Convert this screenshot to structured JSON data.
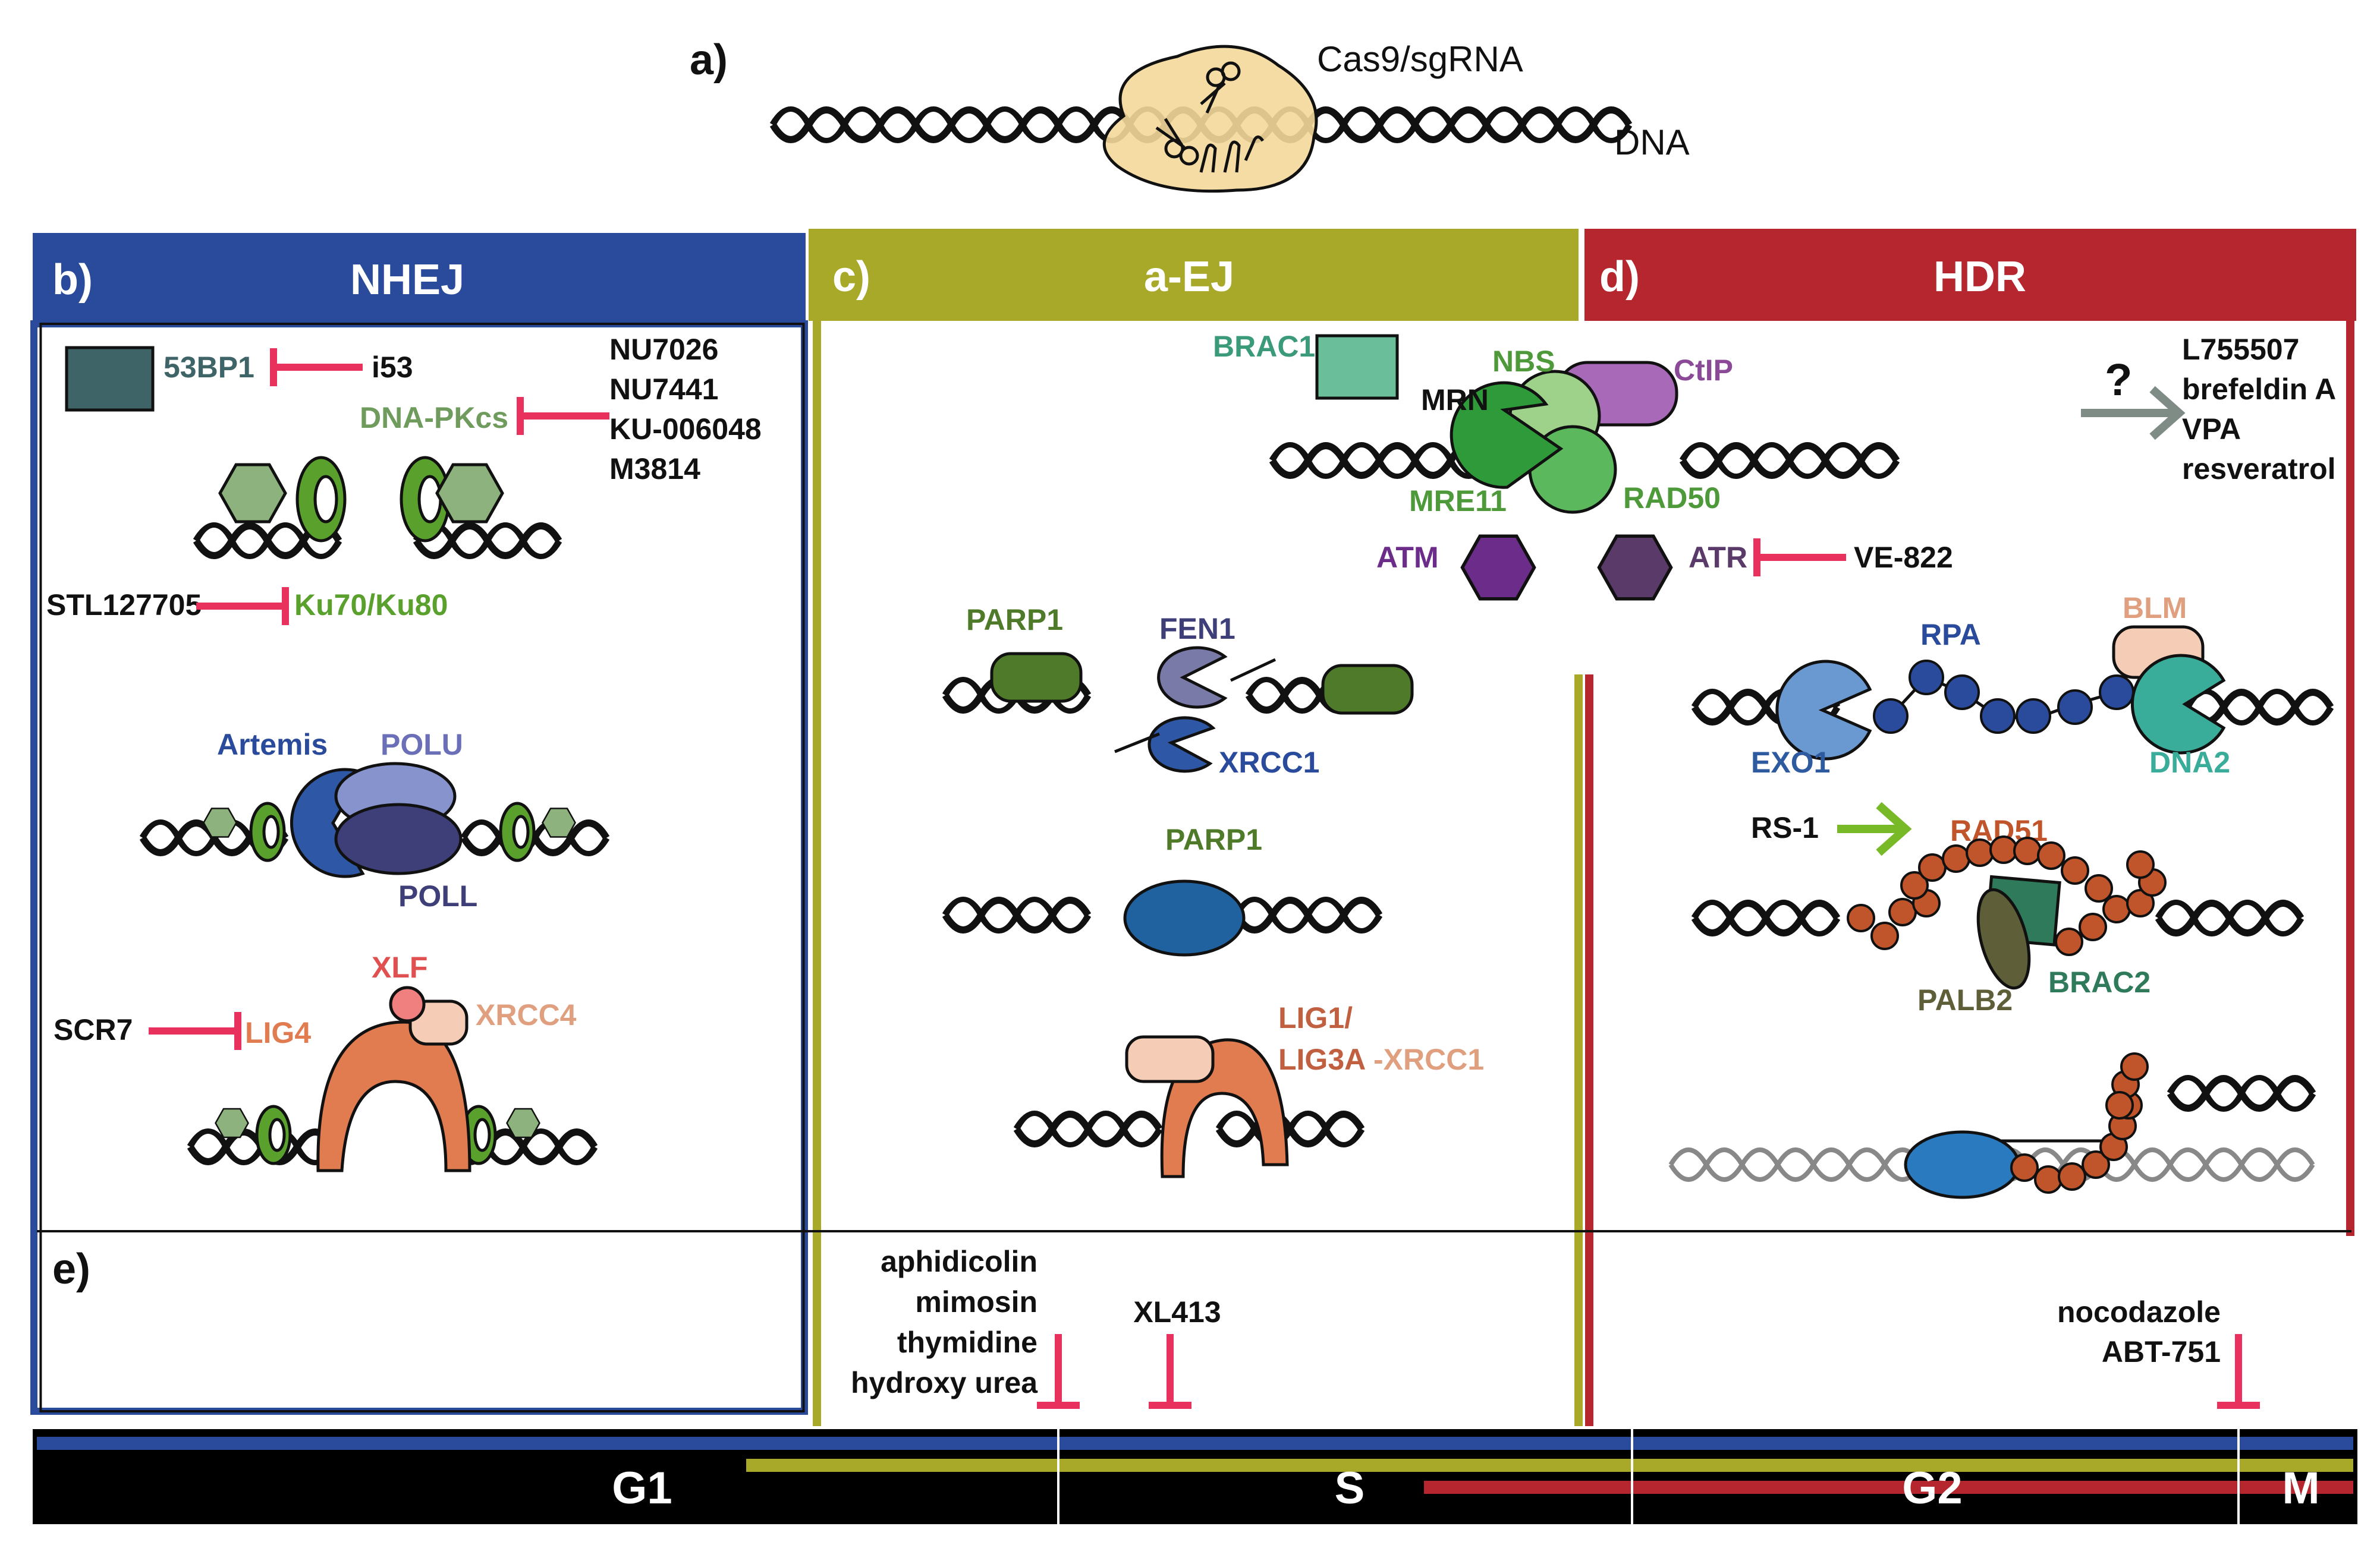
{
  "panel_a": {
    "letter": "a)",
    "cas9_label": "Cas9/sgRNA",
    "dna_label": "DNA"
  },
  "panel_b": {
    "letter": "b)",
    "title": "NHEJ",
    "color": "#2a4b9b",
    "p53bp1": "53BP1",
    "i53": "i53",
    "dnapk_inhibitors": [
      "NU7026",
      "NU7441",
      "KU-006048",
      "M3814"
    ],
    "dnapkcs": "DNA-PKcs",
    "stl": "STL127705",
    "ku": "Ku70/Ku80",
    "artemis": "Artemis",
    "polu": "POLU",
    "poll": "POLL",
    "xlf": "XLF",
    "xrcc4": "XRCC4",
    "scr7": "SCR7",
    "lig4": "LIG4"
  },
  "panel_c": {
    "letter": "c)",
    "title": "a-EJ",
    "color": "#a8a829",
    "parp1_top": "PARP1",
    "fen1": "FEN1",
    "xrcc1": "XRCC1",
    "parp1_mid": "PARP1",
    "lig1": "LIG1/",
    "lig3a": "LIG3A",
    "lig3a_xrcc1": "-XRCC1"
  },
  "panel_d": {
    "letter": "d)",
    "title": "HDR",
    "color": "#b5262e",
    "brac1": "BRAC1",
    "nbs": "NBS",
    "ctip": "CtIP",
    "mrn": "MRN",
    "mre11": "MRE11",
    "rad50": "RAD50",
    "atm": "ATM",
    "atr": "ATR",
    "ve822": "VE-822",
    "question": "?",
    "enhancers": [
      "L755507",
      "brefeldin A",
      "VPA",
      "resveratrol"
    ],
    "rpa": "RPA",
    "blm": "BLM",
    "exo1": "EXO1",
    "dna2": "DNA2",
    "rs1": "RS-1",
    "rad51": "RAD51",
    "palb2": "PALB2",
    "brac2": "BRAC2"
  },
  "panel_e": {
    "letter": "e)",
    "s_inhibitors": [
      "aphidicolin",
      "mimosin",
      "thymidine",
      "hydroxy urea"
    ],
    "xl413": "XL413",
    "m_inhibitors": [
      "nocodazole",
      "ABT-751"
    ],
    "phases": {
      "g1": "G1",
      "s": "S",
      "g2": "G2",
      "m": "M"
    }
  },
  "colors": {
    "inhibitor_red": "#e8315c",
    "enhancer_green": "#78b928",
    "ku_green": "#5aa02c",
    "dnapk_green": "#8db27d",
    "orange": "#e07c50",
    "peach": "#f5cdb6",
    "navy": "#2a4b9b",
    "purple": "#6b2c8a"
  }
}
